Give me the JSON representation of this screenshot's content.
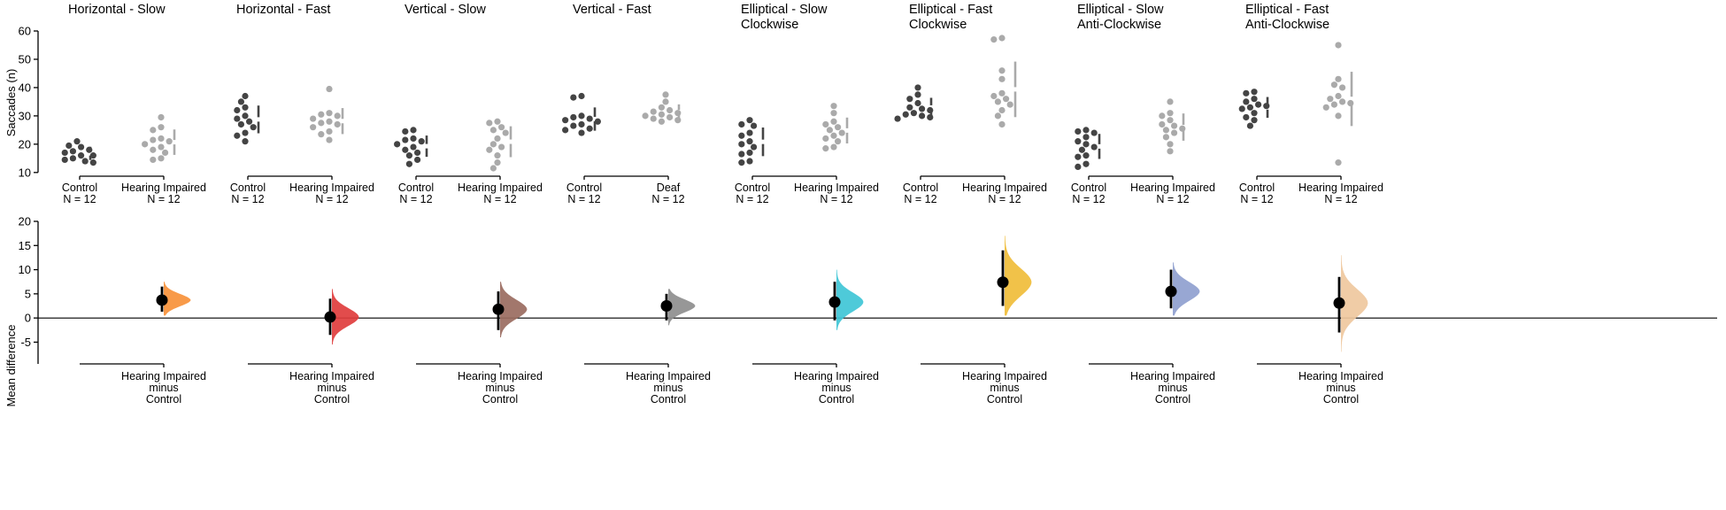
{
  "figure": {
    "top_ylabel": "Saccades (n)",
    "bottom_ylabel": "Mean difference",
    "top_yticks": [
      10,
      20,
      30,
      40,
      50,
      60
    ],
    "bottom_yticks": [
      -5,
      0,
      5,
      10,
      15,
      20
    ],
    "top_ylim": [
      9,
      60
    ],
    "bottom_ylim": [
      -9.5,
      20
    ]
  },
  "colors": {
    "control": "#444444",
    "impaired": "#aaaaaa",
    "axis": "#000000"
  },
  "chart_data": [
    {
      "type": "scatter",
      "title": "Horizontal - Slow",
      "ylabel": "Saccades (n)",
      "groups": [
        {
          "label": "Control",
          "n_label": "N = 12",
          "values": [
            21,
            19.5,
            19,
            18,
            17.5,
            17,
            16,
            16,
            15,
            14.5,
            14,
            13.5
          ]
        },
        {
          "label": "Hearing Impaired",
          "n_label": "N = 12",
          "values": [
            29.5,
            26,
            25,
            22,
            21.5,
            21,
            20,
            19,
            18,
            17,
            15,
            14.5
          ]
        }
      ],
      "delta": {
        "label": [
          "Hearing Impaired",
          "minus",
          "Control"
        ],
        "mean": 3.7,
        "ci": [
          1.3,
          6.5
        ],
        "dist_min": 0.5,
        "dist_max": 7.5,
        "color": "#f7913a"
      }
    },
    {
      "type": "scatter",
      "title": "Horizontal - Fast",
      "ylabel": "Saccades (n)",
      "groups": [
        {
          "label": "Control",
          "n_label": "N = 12",
          "values": [
            37,
            35,
            33,
            32,
            30,
            29,
            28,
            27,
            26,
            24,
            23,
            21
          ]
        },
        {
          "label": "Hearing Impaired",
          "n_label": "N = 12",
          "values": [
            39.5,
            31,
            30.5,
            30,
            29,
            28,
            27.5,
            27,
            26,
            24.5,
            23.5,
            21.5
          ]
        }
      ],
      "delta": {
        "label": [
          "Hearing Impaired",
          "minus",
          "Control"
        ],
        "mean": 0.2,
        "ci": [
          -3.5,
          4.0
        ],
        "dist_min": -5.5,
        "dist_max": 6.0,
        "color": "#e03d3d"
      }
    },
    {
      "type": "scatter",
      "title": "Vertical - Slow",
      "ylabel": "Saccades (n)",
      "groups": [
        {
          "label": "Control",
          "n_label": "N = 12",
          "values": [
            25,
            24.5,
            22,
            21.5,
            21,
            20,
            19,
            18,
            17,
            16,
            14.5,
            13
          ]
        },
        {
          "label": "Hearing Impaired",
          "n_label": "N = 12",
          "values": [
            28,
            27.5,
            26,
            25,
            24,
            22,
            20,
            19,
            18,
            16,
            13.5,
            11.5
          ]
        }
      ],
      "delta": {
        "label": [
          "Hearing Impaired",
          "minus",
          "Control"
        ],
        "mean": 1.8,
        "ci": [
          -2.5,
          5.5
        ],
        "dist_min": -4.0,
        "dist_max": 7.5,
        "color": "#9a6b60"
      }
    },
    {
      "type": "scatter",
      "title": "Vertical - Fast",
      "ylabel": "Saccades (n)",
      "groups": [
        {
          "label": "Control",
          "n_label": "N = 12",
          "values": [
            37,
            36.5,
            30,
            29.5,
            29,
            28.5,
            28,
            27,
            26.5,
            25.5,
            25,
            24
          ]
        },
        {
          "label": "Deaf",
          "n_label": "N = 12",
          "values": [
            37.5,
            35,
            33,
            32,
            31.5,
            31,
            30.5,
            30,
            29.5,
            29,
            28.5,
            28
          ]
        }
      ],
      "delta": {
        "label": [
          "Hearing Impaired",
          "minus",
          "Control"
        ],
        "mean": 2.5,
        "ci": [
          -0.5,
          5.0
        ],
        "dist_min": -1.5,
        "dist_max": 6.0,
        "color": "#8e8e8e"
      }
    },
    {
      "type": "scatter",
      "title": "Elliptical - Slow Clockwise",
      "ylabel": "Saccades (n)",
      "groups": [
        {
          "label": "Control",
          "n_label": "N = 12",
          "values": [
            28.5,
            27,
            26.5,
            24,
            23,
            21,
            20,
            19,
            17,
            16.5,
            14,
            13.5
          ]
        },
        {
          "label": "Hearing Impaired",
          "n_label": "N = 12",
          "values": [
            33.5,
            31,
            28,
            27,
            26,
            25,
            24,
            23,
            22,
            21,
            19,
            18.5
          ]
        }
      ],
      "delta": {
        "label": [
          "Hearing Impaired",
          "minus",
          "Control"
        ],
        "mean": 3.3,
        "ci": [
          -0.5,
          7.5
        ],
        "dist_min": -2.5,
        "dist_max": 10.0,
        "color": "#3fc6d6"
      }
    },
    {
      "type": "scatter",
      "title": "Elliptical - Fast Clockwise",
      "ylabel": "Saccades (n)",
      "groups": [
        {
          "label": "Control",
          "n_label": "N = 12",
          "values": [
            40,
            37.5,
            36,
            34.5,
            33,
            32.5,
            32,
            31,
            30.5,
            30,
            29.5,
            29
          ]
        },
        {
          "label": "Hearing Impaired",
          "n_label": "N = 12",
          "values": [
            57.5,
            57,
            46,
            43,
            38,
            37,
            36,
            35,
            34,
            32,
            30,
            27
          ]
        }
      ],
      "delta": {
        "label": [
          "Hearing Impaired",
          "minus",
          "Control"
        ],
        "mean": 7.4,
        "ci": [
          2.5,
          14.0
        ],
        "dist_min": 0.5,
        "dist_max": 17.0,
        "color": "#f0bd3a"
      }
    },
    {
      "type": "scatter",
      "title": "Elliptical - Slow Anti-Clockwise",
      "ylabel": "Saccades (n)",
      "groups": [
        {
          "label": "Control",
          "n_label": "N = 12",
          "values": [
            25,
            24.5,
            24,
            22.5,
            21,
            20,
            19,
            18,
            16,
            15.5,
            13,
            12
          ]
        },
        {
          "label": "Hearing Impaired",
          "n_label": "N = 12",
          "values": [
            35,
            31,
            30,
            28.5,
            27,
            26.5,
            25.5,
            25,
            24,
            22.5,
            20,
            17.5
          ]
        }
      ],
      "delta": {
        "label": [
          "Hearing Impaired",
          "minus",
          "Control"
        ],
        "mean": 5.5,
        "ci": [
          2.0,
          10.0
        ],
        "dist_min": 0.5,
        "dist_max": 11.5,
        "color": "#8fa0cf"
      }
    },
    {
      "type": "scatter",
      "title": "Elliptical - Fast Anti-Clockwise",
      "ylabel": "Saccades (n)",
      "groups": [
        {
          "label": "Control",
          "n_label": "N = 12",
          "values": [
            38.5,
            38,
            36,
            35,
            34,
            33.5,
            33,
            32.5,
            31,
            29.5,
            28.5,
            26.5
          ]
        },
        {
          "label": "Hearing Impaired",
          "n_label": "N = 12",
          "values": [
            55,
            43,
            41,
            40,
            37,
            36,
            35,
            34.5,
            34,
            33,
            30,
            13.5
          ]
        }
      ],
      "delta": {
        "label": [
          "Hearing Impaired",
          "minus",
          "Control"
        ],
        "mean": 3.1,
        "ci": [
          -3.0,
          8.5
        ],
        "dist_min": -7.0,
        "dist_max": 13.0,
        "color": "#efc89e"
      }
    }
  ]
}
